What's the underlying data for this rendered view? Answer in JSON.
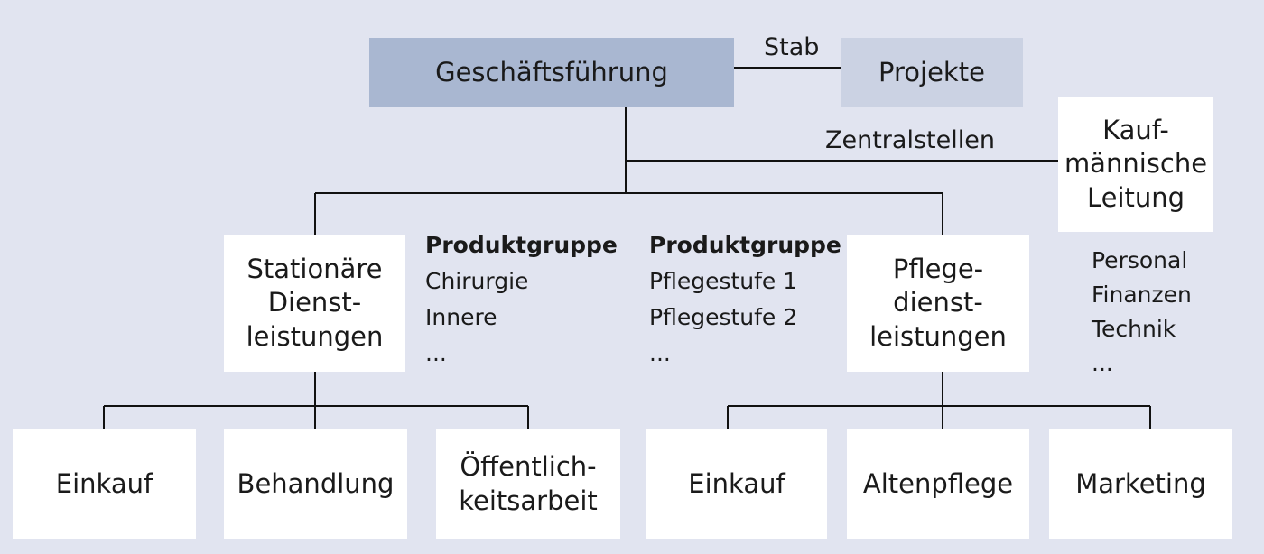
{
  "colors": {
    "background": "#e1e4f0",
    "box": "#ffffff",
    "top_box": "#a9b7d1",
    "staff_box": "#cbd2e3",
    "lines": "#111111"
  },
  "top": {
    "management": "Geschäftsführung",
    "staff_label": "Stab",
    "projects": "Projekte"
  },
  "central": {
    "label": "Zentralstellen",
    "commercial": "Kauf-\nmännische\nLeitung",
    "items": [
      "Personal",
      "Finanzen",
      "Technik",
      "..."
    ]
  },
  "divisions": {
    "stationary": "Stationäre\nDienst-\nleistungen",
    "care": "Pflege-\ndienst-\nleistungen"
  },
  "product_groups": [
    {
      "heading": "Produktgruppe",
      "items": [
        "Chirurgie",
        "Innere",
        "..."
      ]
    },
    {
      "heading": "Produktgruppe",
      "items": [
        "Pflegestufe 1",
        "Pflegestufe 2",
        "..."
      ]
    }
  ],
  "functions_left": [
    "Einkauf",
    "Behandlung",
    "Öffentlich-\nkeitsarbeit"
  ],
  "functions_right": [
    "Einkauf",
    "Altenpflege",
    "Marketing"
  ]
}
